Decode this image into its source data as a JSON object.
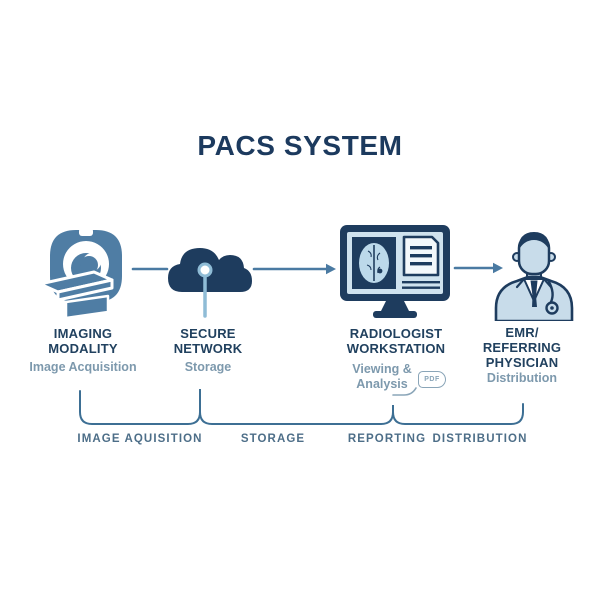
{
  "title": "PACS SYSTEM",
  "stages": [
    {
      "icon": "mri-scanner-icon",
      "title_lines": [
        "IMAGING",
        "MODALITY"
      ],
      "subtitle_lines": [
        "Image Acquisition"
      ]
    },
    {
      "icon": "cloud-icon",
      "title_lines": [
        "SECURE",
        "NETWORK"
      ],
      "subtitle_lines": [
        "Storage"
      ]
    },
    {
      "icon": "workstation-monitor-icon",
      "title_lines": [
        "RADIOLOGIST",
        "WORKSTATION"
      ],
      "subtitle_lines": [
        "Viewing &",
        "Analysis"
      ],
      "badge": "PDF"
    },
    {
      "icon": "physician-icon",
      "title_lines": [
        "EMR/",
        "REFERRING",
        "PHYSICIAN"
      ],
      "subtitle_lines": [
        "Distribution"
      ]
    }
  ],
  "timeline_labels": [
    "IMAGE AQUISITION",
    "STORAGE",
    "REPORTING",
    "DISTRIBUTION"
  ],
  "colors": {
    "navy": "#1e3c5e",
    "steel_blue": "#4a7aa2",
    "light_blue": "#c9dded",
    "subtitle_gray_blue": "#7d99ad",
    "timeline_line": "#3d6f94",
    "timeline_label": "#4d6e88",
    "background": "#ffffff"
  }
}
